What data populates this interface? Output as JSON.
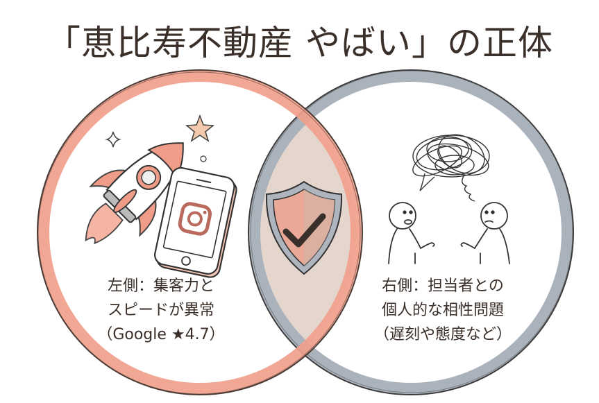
{
  "title": "「恵比寿不動産 やばい」の正体",
  "left_circle": {
    "color": "#f0a08e",
    "lines": [
      "左側：集客力と",
      "スピードが異常",
      "（Google ★4.7）"
    ],
    "icons": [
      "rocket-icon",
      "smartphone-instagram-icon",
      "star-icon",
      "sparkle-icon"
    ]
  },
  "right_circle": {
    "color": "#a9b1bb",
    "lines": [
      "右側：担当者との",
      "個人的な相性問題",
      "（遅刻や態度など）"
    ],
    "icons": [
      "tangled-speech-bubble-icon",
      "confused-person-icon",
      "confused-person-icon"
    ]
  },
  "intersection": {
    "color": "#e3d2c8",
    "icon": "shield-check-icon"
  }
}
